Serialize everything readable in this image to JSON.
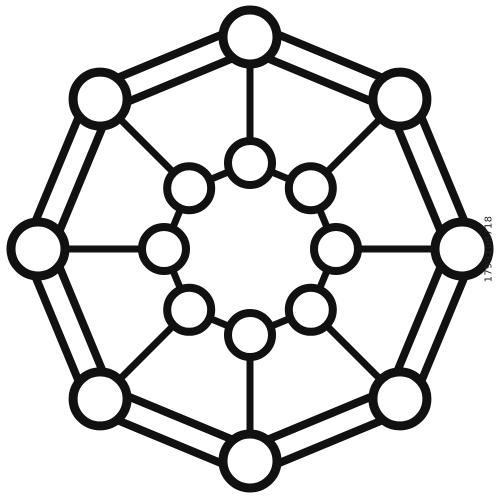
{
  "image": {
    "subject": "molecular-network-icon",
    "stroke_color": "#111111",
    "fill_color": "#ffffff",
    "background_color": "#ffffff",
    "outer_node_count": 8,
    "inner_node_count": 8,
    "side_text": "1799108718"
  }
}
